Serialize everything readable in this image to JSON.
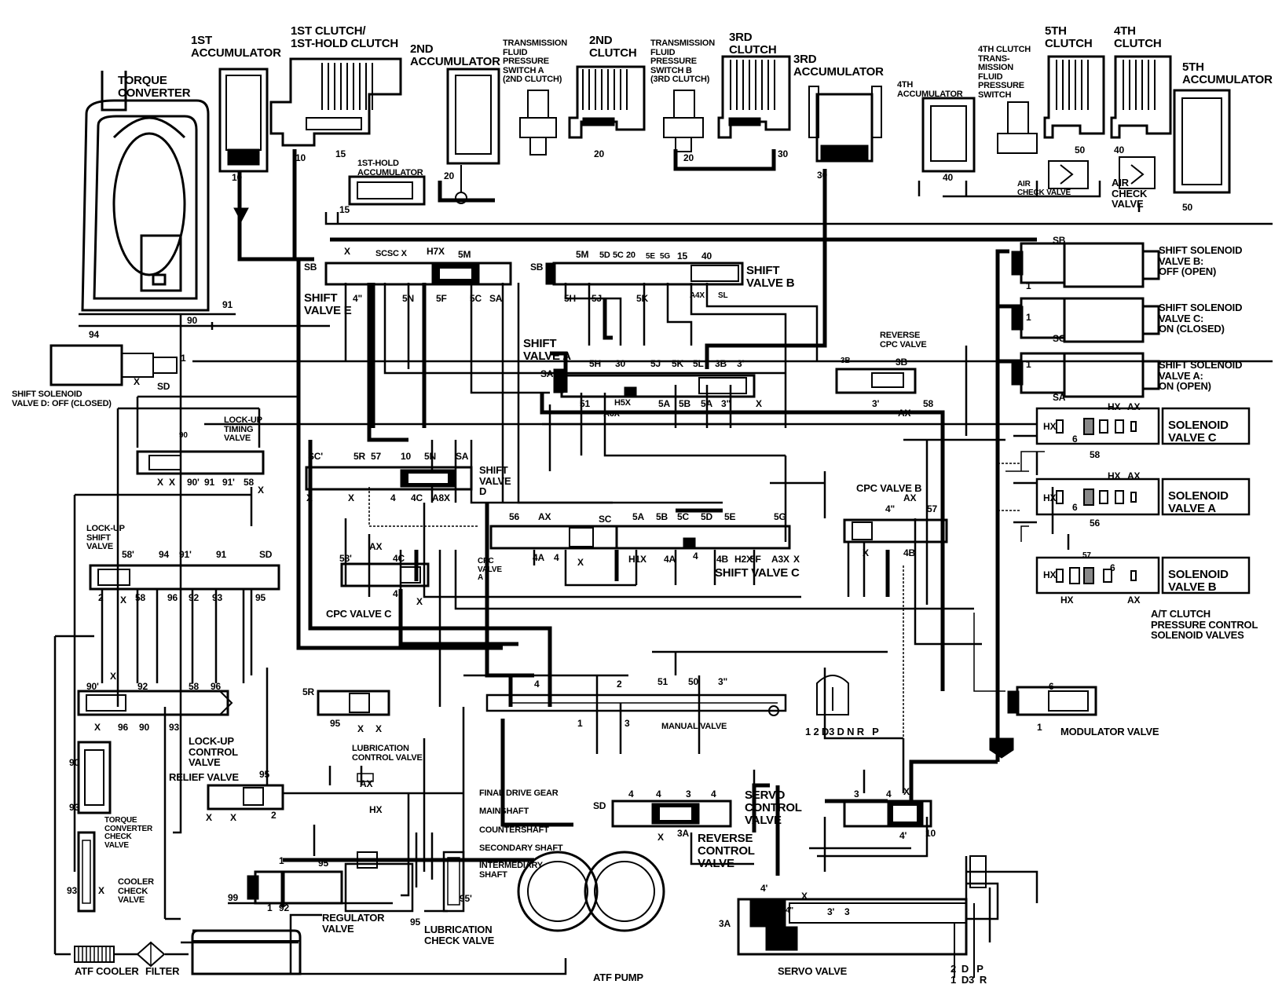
{
  "components": {
    "torque_converter": "TORQUE\nCONVERTER",
    "acc_1st": "1ST\nACCUMULATOR",
    "clutch_1st": "1ST CLUTCH/\n1ST-HOLD CLUTCH",
    "acc_2nd": "2ND\nACCUMULATOR",
    "tfps_a": "TRANSMISSION\nFLUID\nPRESSURE\nSWITCH A\n(2ND CLUTCH)",
    "clutch_2nd": "2ND\nCLUTCH",
    "tfps_b": "TRANSMISSION\nFLUID\nPRESSURE\nSWITCH B\n(3RD CLUTCH)",
    "clutch_3rd": "3RD\nCLUTCH",
    "acc_3rd": "3RD\nACCUMULATOR",
    "acc_4th": "4TH\nACCUMULATOR",
    "clutch_4th_tfps": "4TH CLUTCH\nTRANS-\nMISSION\nFLUID\nPRESSURE\nSWITCH",
    "clutch_5th": "5TH\nCLUTCH",
    "clutch_4th": "4TH\nCLUTCH",
    "acc_5th": "5TH\nACCUMULATOR",
    "acc_1st_hold": "1ST-HOLD\nACCUMULATOR",
    "air_check_valve": "AIR\nCHECK VALVE",
    "air_check_valve_2": "AIR\nCHECK\nVALVE",
    "shift_valve_e": "SHIFT\nVALVE E",
    "shift_valve_b": "SHIFT\nVALVE B",
    "shift_valve_a": "SHIFT\nVALVE A",
    "shift_valve_d": "SHIFT\nVALVE\nD",
    "shift_valve_c": "SHIFT VALVE C",
    "reverse_cpc_valve": "REVERSE\nCPC VALVE",
    "ssv_b": "SHIFT SOLENOID\nVALVE B:\nOFF (OPEN)",
    "ssv_c": "SHIFT SOLENOID\nVALVE C:\nON (CLOSED)",
    "ssv_a": "SHIFT SOLENOID\nVALVE A:\nON (OPEN)",
    "ssv_d": "SHIFT SOLENOID\nVALVE D: OFF (CLOSED)",
    "sol_c": "SOLENOID\nVALVE C",
    "sol_a": "SOLENOID\nVALVE A",
    "sol_b": "SOLENOID\nVALVE B",
    "at_clutch_pcs": "A/T CLUTCH\nPRESSURE CONTROL\nSOLENOID VALVES",
    "lockup_timing": "LOCK-UP\nTIMING\nVALVE",
    "lockup_shift": "LOCK-UP\nSHIFT\nVALVE",
    "cpc_valve_c": "CPC VALVE C",
    "cpc_valve_a": "CPC\nVALVE\nA",
    "cpc_valve_b": "CPC VALVE B",
    "lockup_control": "LOCK-UP\nCONTROL\nVALVE",
    "relief_valve": "RELIEF VALVE",
    "lubrication_control": "LUBRICATION\nCONTROL VALVE",
    "manual_valve": "MANUAL VALVE",
    "modulator_valve": "MODULATOR VALVE",
    "servo_control": "SERVO\nCONTROL\nVALVE",
    "reverse_control": "REVERSE\nCONTROL\nVALVE",
    "servo_valve": "SERVO VALVE",
    "tc_check": "TORQUE\nCONVERTER\nCHECK\nVALVE",
    "cooler_check": "COOLER\nCHECK\nVALVE",
    "regulator_valve": "REGULATOR\nVALVE",
    "lubrication_check": "LUBRICATION\nCHECK VALVE",
    "atf_pump": "ATF PUMP",
    "atf_cooler": "ATF COOLER",
    "filter": "FILTER",
    "final_drive_gear": "FINAL DRIVE GEAR",
    "mainshaft": "MAINSHAFT",
    "countershaft": "COUNTERSHAFT",
    "secondary_shaft": "SECONDARY SHAFT",
    "intermediary_shaft": "INTERMEDIARY\nSHAFT"
  },
  "manual_positions": "1 2 D3 D N R   P",
  "servo_positions": "2  D   P\n1  D3  R",
  "ports": [
    "10",
    "10",
    "15",
    "15",
    "20",
    "20",
    "20",
    "30",
    "30",
    "40",
    "50",
    "40",
    "50",
    "90",
    "91",
    "94",
    "1",
    "X",
    "SD",
    "SB",
    "X",
    "SCSC X",
    "H7X",
    "5M",
    "SB",
    "5M",
    "5D",
    "5C",
    "20",
    "5E",
    "5G",
    "15",
    "40",
    "4\"",
    "5N",
    "5F",
    "5C",
    "SA",
    "5H",
    "5J",
    "5K",
    "A4X",
    "SL",
    "5H",
    "30",
    "5J",
    "5K",
    "5L",
    "3B",
    "3'",
    "SA",
    "51",
    "H5X",
    "A6X",
    "5A",
    "5B",
    "5A",
    "3\"",
    "X",
    "3B",
    "3B",
    "3'",
    "AX",
    "58",
    "SB",
    "1",
    "SC",
    "1",
    "1",
    "SA",
    "HX",
    "AX",
    "HX",
    "6",
    "58",
    "HX",
    "AX",
    "HX",
    "6",
    "56",
    "HX",
    "57",
    "6",
    "HX",
    "AX",
    "90",
    "X",
    "X",
    "90'",
    "91",
    "91'",
    "58",
    "X",
    "SC'",
    "5R",
    "57",
    "10",
    "5N",
    "SA",
    "X",
    "X",
    "4",
    "4C",
    "A8X",
    "56",
    "AX",
    "SC",
    "5A",
    "5B",
    "5C",
    "5D",
    "5E",
    "5G",
    "4A",
    "4",
    "X",
    "H1X",
    "4A",
    "4",
    "4B",
    "H2X",
    "5F",
    "A3X",
    "X",
    "4\"",
    "AX",
    "57",
    "X",
    "4B",
    "58'",
    "94",
    "91'",
    "91",
    "SD",
    "2",
    "X",
    "58",
    "96",
    "92",
    "93",
    "95",
    "58'",
    "AX",
    "4C",
    "4",
    "X",
    "X",
    "90'",
    "92",
    "58",
    "96",
    "X",
    "96",
    "90",
    "93",
    "5R",
    "95",
    "X",
    "X",
    "4",
    "2",
    "51",
    "50",
    "3\"",
    "1",
    "3",
    "6",
    "1",
    "90",
    "93",
    "95",
    "X",
    "X",
    "2",
    "SD",
    "4",
    "4",
    "3",
    "4",
    "X",
    "3A",
    "3",
    "4",
    "X",
    "4'",
    "10",
    "1",
    "1",
    "92",
    "95",
    "95'",
    "95",
    "99",
    "AX",
    "HX",
    "93",
    "X",
    "3A",
    "4'",
    "X",
    "4\"",
    "3'",
    "3"
  ]
}
